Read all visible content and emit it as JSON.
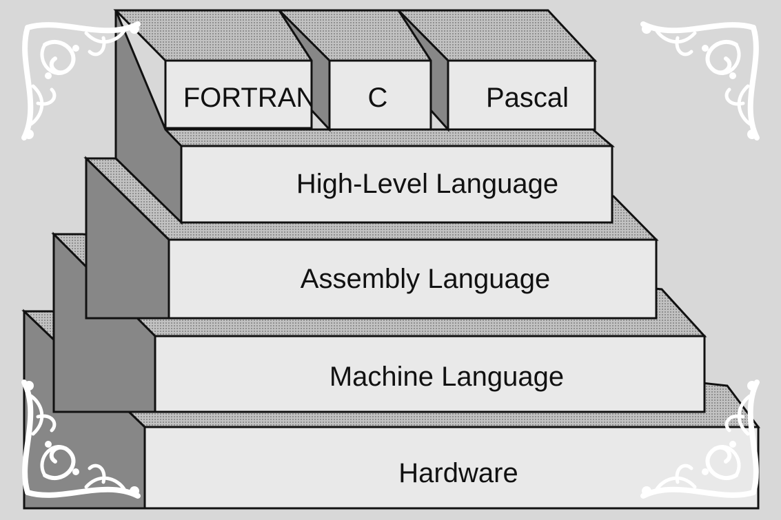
{
  "colors": {
    "background": "#d8d8d8",
    "block_face": "#e9e9e9",
    "block_top": "#b9b9b9",
    "block_side": "#888888",
    "outline": "#111111",
    "ornament": "#ffffff"
  },
  "layers": [
    {
      "label": "Hardware"
    },
    {
      "label": "Machine Language"
    },
    {
      "label": "Assembly Language"
    },
    {
      "label": "High-Level Language"
    }
  ],
  "top_blocks": [
    {
      "label": "FORTRAN"
    },
    {
      "label": "C"
    },
    {
      "label": "Pascal"
    }
  ],
  "ornaments": [
    "flourish-top-left",
    "flourish-top-right",
    "flourish-bottom-left",
    "flourish-bottom-right"
  ]
}
